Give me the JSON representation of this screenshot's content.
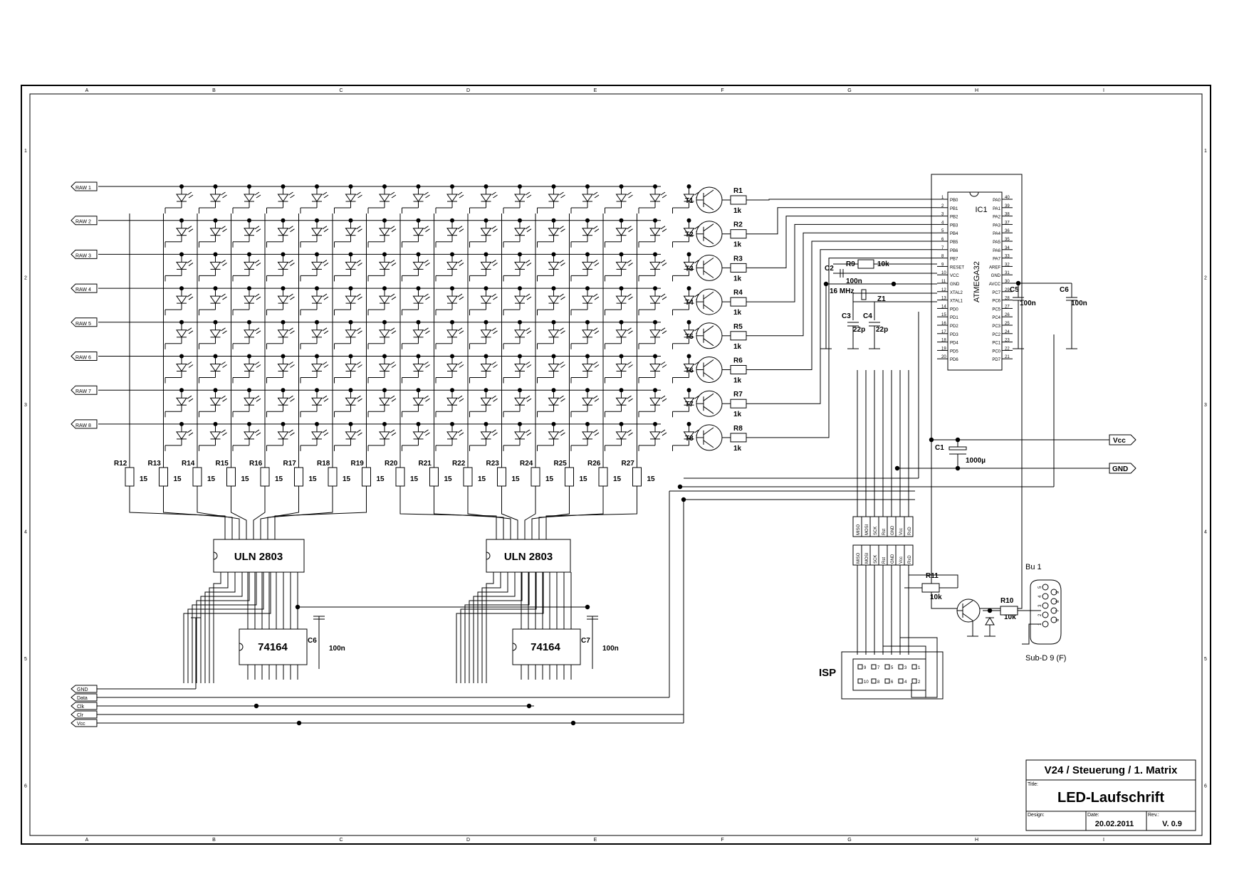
{
  "frame": {
    "zones_x": [
      "A",
      "B",
      "C",
      "D",
      "E",
      "F",
      "G",
      "H",
      "I"
    ],
    "zones_y": [
      "1",
      "2",
      "3",
      "4",
      "5",
      "6"
    ]
  },
  "rows": [
    "RAW 1",
    "RAW 2",
    "RAW 3",
    "RAW 4",
    "RAW 5",
    "RAW 6",
    "RAW 7",
    "RAW 8"
  ],
  "transistors": [
    "T1",
    "T2",
    "T3",
    "T4",
    "T5",
    "T6",
    "T7",
    "T8"
  ],
  "row_resistors": [
    "R1",
    "R2",
    "R3",
    "R4",
    "R5",
    "R6",
    "R7",
    "R8"
  ],
  "row_resistor_value": "1k",
  "column_resistors": [
    "R12",
    "R13",
    "R14",
    "R15",
    "R16",
    "R17",
    "R18",
    "R19",
    "R20",
    "R21",
    "R22",
    "R23",
    "R24",
    "R25",
    "R26",
    "R27"
  ],
  "column_resistor_value": "15",
  "drivers": [
    {
      "label": "ULN 2803"
    },
    {
      "label": "ULN 2803"
    }
  ],
  "shift_registers": [
    {
      "label": "74164",
      "cap": "C6",
      "cap_value": "100n"
    },
    {
      "label": "74164",
      "cap": "C7",
      "cap_value": "100n"
    }
  ],
  "mcu": {
    "name": "IC1",
    "part": "ATMEGA32",
    "left_pins": [
      "PB0",
      "PB1",
      "PB2",
      "PB3",
      "PB4",
      "PB5",
      "PB6",
      "PB7",
      "RESET",
      "VCC",
      "GND",
      "XTAL2",
      "XTAL1",
      "PD0",
      "PD1",
      "PD2",
      "PD3",
      "PD4",
      "PD5",
      "PD6"
    ],
    "right_pins": [
      "PA0",
      "PA1",
      "PA2",
      "PA3",
      "PA4",
      "PA5",
      "PA6",
      "PA7",
      "AREF",
      "GND",
      "AVCC",
      "PC7",
      "PC6",
      "PC5",
      "PC4",
      "PC3",
      "PC2",
      "PC1",
      "PC0",
      "PD7"
    ],
    "left_nums": [
      "1",
      "2",
      "3",
      "4",
      "5",
      "6",
      "7",
      "8",
      "9",
      "10",
      "11",
      "12",
      "13",
      "14",
      "15",
      "16",
      "17",
      "18",
      "19",
      "20"
    ],
    "right_nums": [
      "40",
      "39",
      "38",
      "37",
      "36",
      "35",
      "34",
      "33",
      "32",
      "31",
      "30",
      "29",
      "28",
      "27",
      "26",
      "25",
      "24",
      "23",
      "22",
      "21"
    ]
  },
  "passives": {
    "c2": "C2",
    "r9": "R9",
    "r9_value": "10k",
    "c2_value": "100n",
    "crystal": "16 MHz",
    "crystal_name": "Z1",
    "c3": "C3",
    "c4": "C4",
    "c3_value": "22p",
    "c4_value": "22p",
    "c5": "C5",
    "c5_value": "100n",
    "c6": "C6",
    "c6_value": "100n",
    "c1": "C1",
    "c1_value": "1000µ",
    "r11": "R11",
    "r11_value": "10k",
    "r10": "R10",
    "r10_value": "10k"
  },
  "bus_pins": [
    "MISO",
    "MOSI",
    "SCK",
    "Rst",
    "GND",
    "Vcc",
    "RxD"
  ],
  "power": {
    "vcc": "Vcc",
    "gnd": "GND"
  },
  "inputs": [
    "GND",
    "Data",
    "Clk",
    "Clr",
    "Vcc"
  ],
  "isp": {
    "label": "ISP",
    "top_nums": [
      "9",
      "7",
      "5",
      "3",
      "1"
    ],
    "bottom_nums": [
      "10",
      "8",
      "6",
      "4",
      "2"
    ]
  },
  "connector": {
    "name": "Bu 1",
    "type": "Sub-D 9 (F)",
    "top_nums": [
      "5",
      "4",
      "3",
      "2",
      "1"
    ],
    "bottom_nums": [
      "9",
      "8",
      "7",
      "6"
    ]
  },
  "titleblock": {
    "subtitle": "V24 / Steuerung / 1. Matrix",
    "title_caption": "Title:",
    "title": "LED-Laufschrift",
    "design_caption": "Design:",
    "date_caption": "Date:",
    "date": "20.02.2011",
    "rev_caption": "Rev.:",
    "rev": "V. 0.9"
  }
}
